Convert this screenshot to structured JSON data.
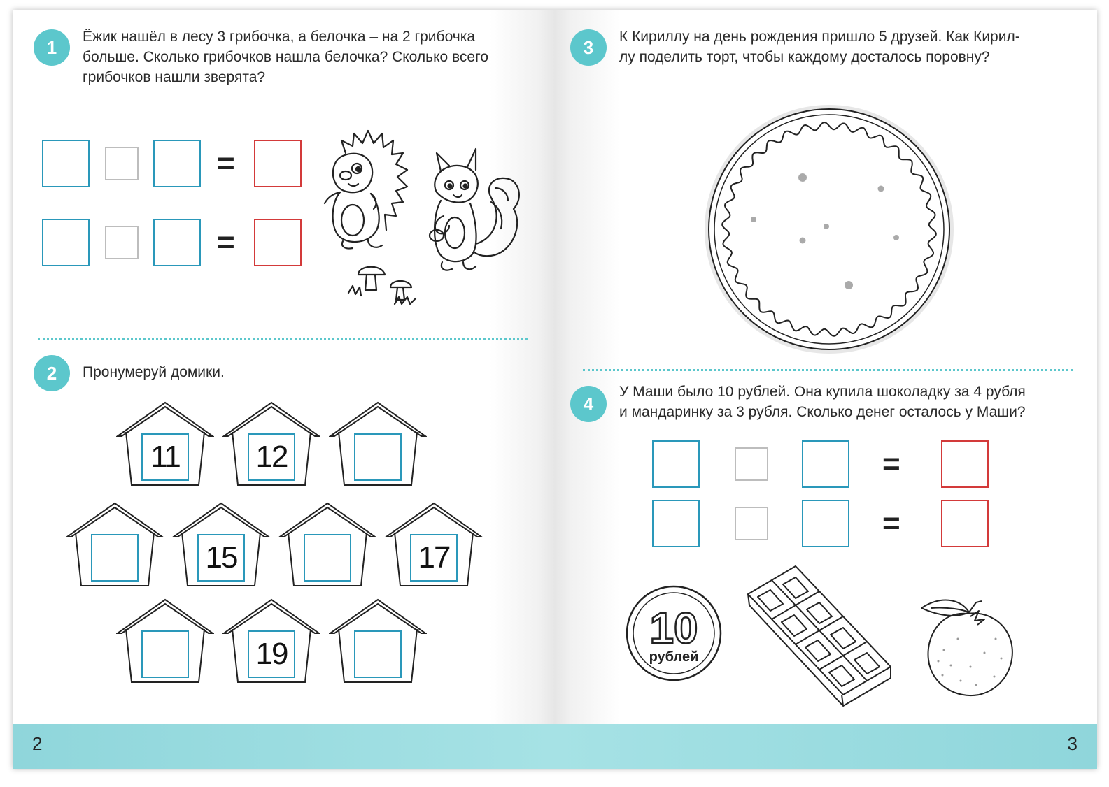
{
  "left_page": {
    "number": "2",
    "task1": {
      "badge": "1",
      "text_lines": [
        "Ёжик нашёл в лесу 3 грибочка, а белочка – на 2 грибочка",
        "больше. Сколько грибочков нашла белочка? Сколько всего",
        "грибочков нашли зверята?"
      ],
      "equals_sign": "="
    },
    "task2": {
      "badge": "2",
      "text": "Пронумеруй домики.",
      "houses": [
        "11",
        "12",
        "",
        "",
        "15",
        "",
        "17",
        "",
        "19",
        ""
      ]
    }
  },
  "right_page": {
    "number": "3",
    "task3": {
      "badge": "3",
      "text_lines": [
        "К Кириллу на день рождения пришло 5 друзей. Как Кирил-",
        "лу поделить торт, чтобы каждому досталось поровну?"
      ]
    },
    "task4": {
      "badge": "4",
      "text_lines": [
        "У Маши было 10 рублей. Она купила шоколадку за 4 рубля",
        "и мандаринку за 3 рубля. Сколько денег осталось у Маши?"
      ],
      "equals_sign": "=",
      "coin_value": "10",
      "coin_label": "рублей"
    }
  },
  "colors": {
    "accent": "#5cc7cc",
    "box_blue": "#2a98ba",
    "box_red": "#d33a3a",
    "box_gray": "#bdbdbd"
  }
}
